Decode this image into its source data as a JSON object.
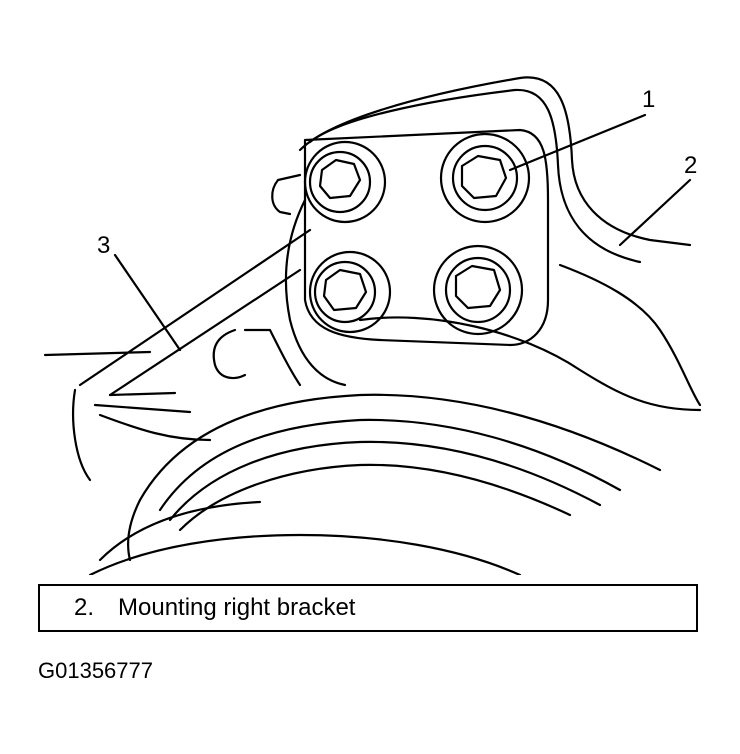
{
  "figure": {
    "icon": "engine-mount-bracket-illustration",
    "callouts": [
      {
        "label": "1"
      },
      {
        "label": "2"
      },
      {
        "label": "3"
      }
    ]
  },
  "caption": {
    "number": "2.",
    "text": "Mounting right bracket"
  },
  "figure_id": "G01356777"
}
